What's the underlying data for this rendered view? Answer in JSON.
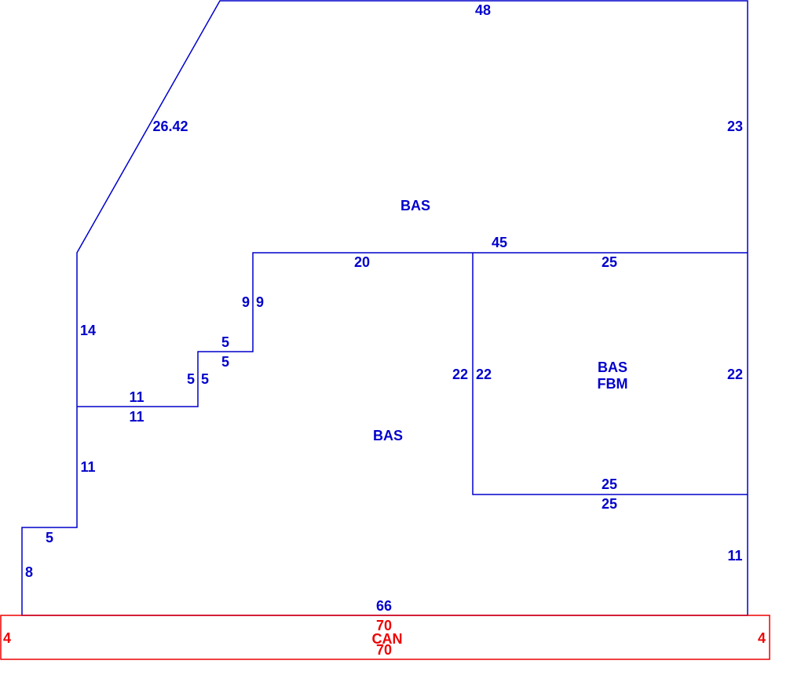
{
  "colors": {
    "building": "#0000cc",
    "canopy": "#ee0000",
    "background": "#ffffff"
  },
  "areas": {
    "upper": "BAS",
    "lower": "BAS",
    "right_line1": "BAS",
    "right_line2": "FBM",
    "canopy": "CAN"
  },
  "dims": {
    "top": "48",
    "diagonal": "26.42",
    "right_upper": "23",
    "mid_top": "45",
    "inner_top_left": "20",
    "inner_top_right": "25",
    "step_left_9": "9",
    "step_right_9": "9",
    "step_top_5": "5",
    "step_under_5": "5",
    "step_left_5": "5",
    "step_right_5": "5",
    "left_upper_14": "14",
    "ledge_top_11": "11",
    "ledge_under_11": "11",
    "left_mid_11": "11",
    "jog_5": "5",
    "left_lower_8": "8",
    "partition_left_22": "22",
    "partition_right_22": "22",
    "right_mid_22": "22",
    "room_bottom_25_above": "25",
    "room_bottom_25_below": "25",
    "right_lower_11": "11",
    "bottom_66": "66",
    "canopy_top_70": "70",
    "canopy_bottom_70": "70",
    "canopy_left_4": "4",
    "canopy_right_4": "4"
  }
}
